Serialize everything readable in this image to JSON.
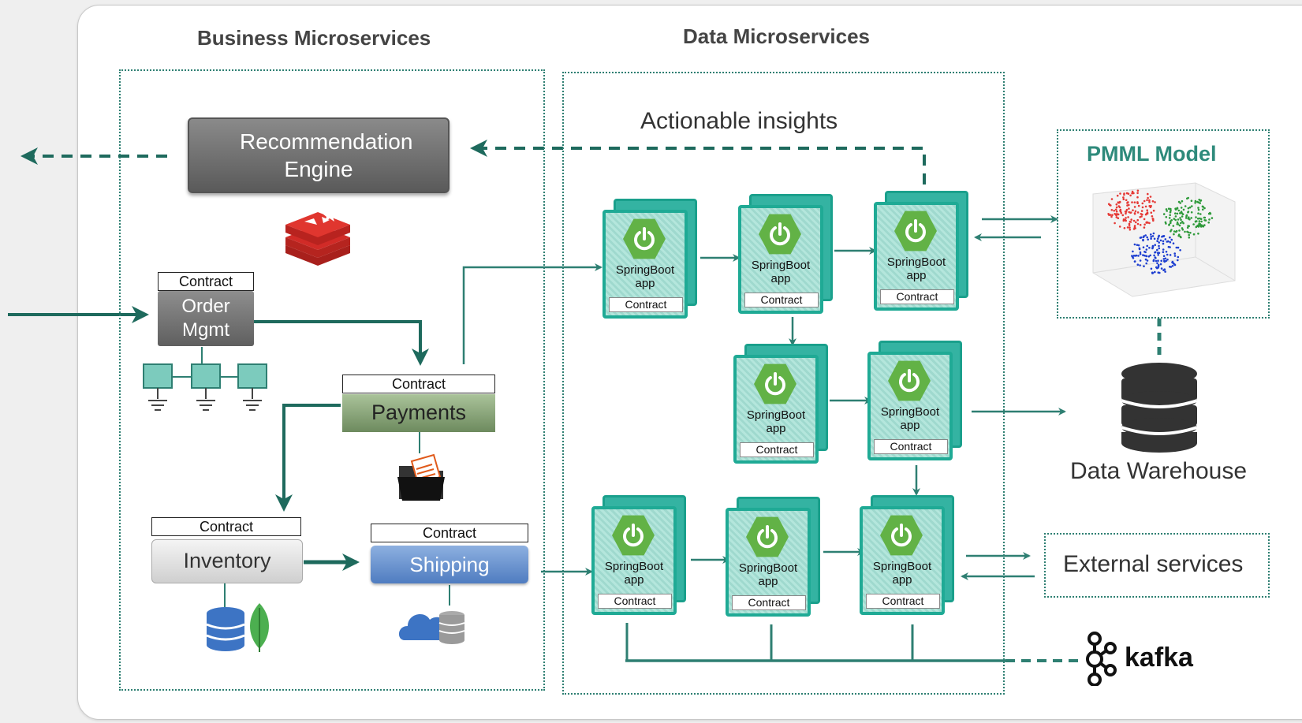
{
  "sections": {
    "business_title": "Business Microservices",
    "data_title": "Data Microservices"
  },
  "business": {
    "recommendation_engine": "Recommendation Engine",
    "order_mgmt": "Order Mgmt",
    "payments": "Payments",
    "inventory": "Inventory",
    "shipping": "Shipping",
    "contract_label": "Contract"
  },
  "data": {
    "actionable_insights": "Actionable insights",
    "springboot_label_line1": "SpringBoot",
    "springboot_label_line2": "app",
    "springboot_contract": "Contract"
  },
  "right": {
    "pmml_model": "PMML Model",
    "data_warehouse": "Data Warehouse",
    "external_services": "External services",
    "kafka": "kafka"
  },
  "colors": {
    "accent_teal": "#2e7f72",
    "springboot_green": "#62b246",
    "card_teal": "#1faa95",
    "redis_red": "#d12b27"
  },
  "icons": [
    "redis-icon",
    "network-icon",
    "storage-folder-icon",
    "database-icon",
    "mongodb-leaf-icon",
    "cloud-database-icon",
    "spring-power-icon",
    "scatter-3d-icon",
    "data-warehouse-icon",
    "kafka-icon"
  ]
}
